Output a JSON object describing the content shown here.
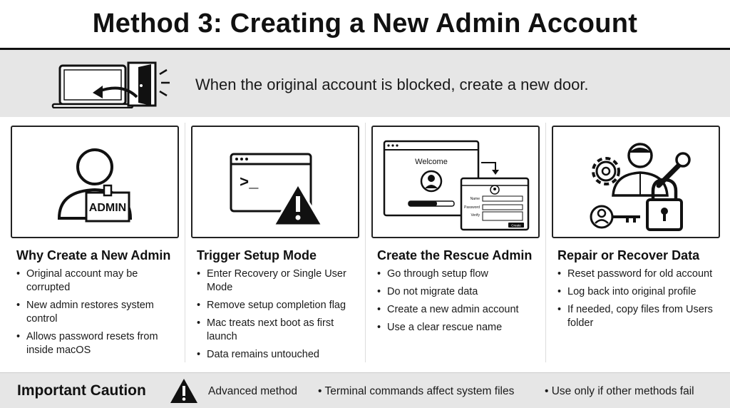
{
  "title": "Method 3: Creating a New Admin Account",
  "banner": {
    "text": "When the original account is blocked, create a new door."
  },
  "columns": [
    {
      "heading": "Why Create a New Admin",
      "badge": "ADMIN",
      "bullets": [
        "Original account may be corrupted",
        "New admin restores system control",
        "Allows password resets from inside macOS"
      ]
    },
    {
      "heading": "Trigger Setup Mode",
      "prompt": ">_",
      "bullets": [
        "Enter Recovery or Single User Mode",
        "Remove setup completion flag",
        "Mac treats next boot as first launch",
        "Data remains untouched"
      ]
    },
    {
      "heading": "Create the Rescue Admin",
      "welcome": "Welcome",
      "form_labels": [
        "Name",
        "Password",
        "Verify"
      ],
      "form_button": "Create",
      "bullets": [
        "Go through setup flow",
        "Do not migrate data",
        "Create a new admin account",
        "Use a clear rescue name"
      ]
    },
    {
      "heading": "Repair or Recover Data",
      "bullets": [
        "Reset password for old account",
        "Log back into original profile",
        "If needed, copy files from Users folder"
      ]
    }
  ],
  "footer": {
    "title": "Important Caution",
    "items": [
      "Advanced method",
      "• Terminal commands affect system files",
      "• Use only if other methods fail"
    ]
  }
}
